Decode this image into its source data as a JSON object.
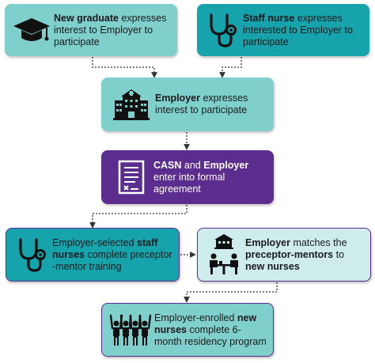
{
  "steps": {
    "new_graduate": {
      "bold": "New graduate",
      "rest": " expresses interest to Employer to participate"
    },
    "staff_nurse": {
      "bold": "Staff nurse",
      "rest": " expresses interested to Employer to participate"
    },
    "employer_interest": {
      "bold": "Employer",
      "rest": " expresses interest to participate"
    },
    "agreement": {
      "bold1": "CASN",
      "mid": " and ",
      "bold2": "Employer",
      "rest": " enter into formal agreement"
    },
    "training": {
      "pre": "Employer-selected ",
      "bold": "staff nurses",
      "rest": " complete preceptor -mentor training"
    },
    "matching": {
      "bold1": "Employer",
      "mid": " matches the ",
      "bold2": "preceptor-mentors",
      "mid2": " to ",
      "bold3": "new nurses"
    },
    "residency": {
      "pre": "Employer-enrolled ",
      "bold": "new nurses",
      "rest": " complete 6-month residency program"
    }
  },
  "colors": {
    "light_teal": "#7fcfcc",
    "teal": "#17a3ac",
    "purple": "#5b2d8f",
    "pale_teal": "#cfecec",
    "connector": "#333333"
  },
  "icons": {
    "new_graduate": "graduation-cap-icon",
    "staff_nurse": "stethoscope-icon",
    "employer_interest": "hospital-building-icon",
    "agreement": "document-icon",
    "training": "stethoscope-icon",
    "matching": "meeting-table-icon",
    "residency": "group-celebration-icon"
  }
}
